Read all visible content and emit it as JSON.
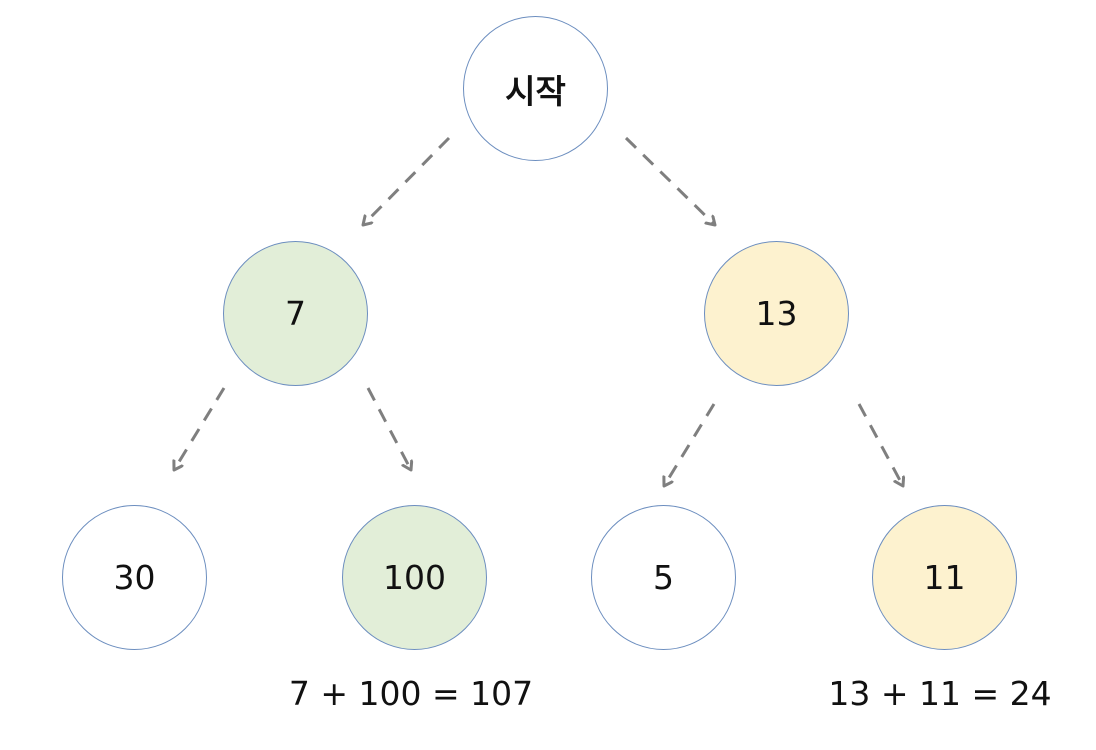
{
  "diagram": {
    "nodes": {
      "root": {
        "label": "시작",
        "fill": "#ffffff"
      },
      "left": {
        "label": "7",
        "fill": "#e2eed8"
      },
      "right": {
        "label": "13",
        "fill": "#fdf2cf"
      },
      "left_left": {
        "label": "30",
        "fill": "#ffffff"
      },
      "left_right": {
        "label": "100",
        "fill": "#e2eed8"
      },
      "right_left": {
        "label": "5",
        "fill": "#ffffff"
      },
      "right_right": {
        "label": "11",
        "fill": "#fdf2cf"
      }
    },
    "edges": [
      {
        "from": "root",
        "to": "left"
      },
      {
        "from": "root",
        "to": "right"
      },
      {
        "from": "left",
        "to": "left_left"
      },
      {
        "from": "left",
        "to": "left_right"
      },
      {
        "from": "right",
        "to": "right_left"
      },
      {
        "from": "right",
        "to": "right_right"
      }
    ],
    "sums": {
      "left_path": "7 + 100 = 107",
      "right_path": "13 + 11 = 24"
    },
    "colors": {
      "node_border": "#6c8ebf",
      "arrow": "#7f7f7f",
      "highlight_green": "#e2eed8",
      "highlight_yellow": "#fdf2cf"
    }
  }
}
